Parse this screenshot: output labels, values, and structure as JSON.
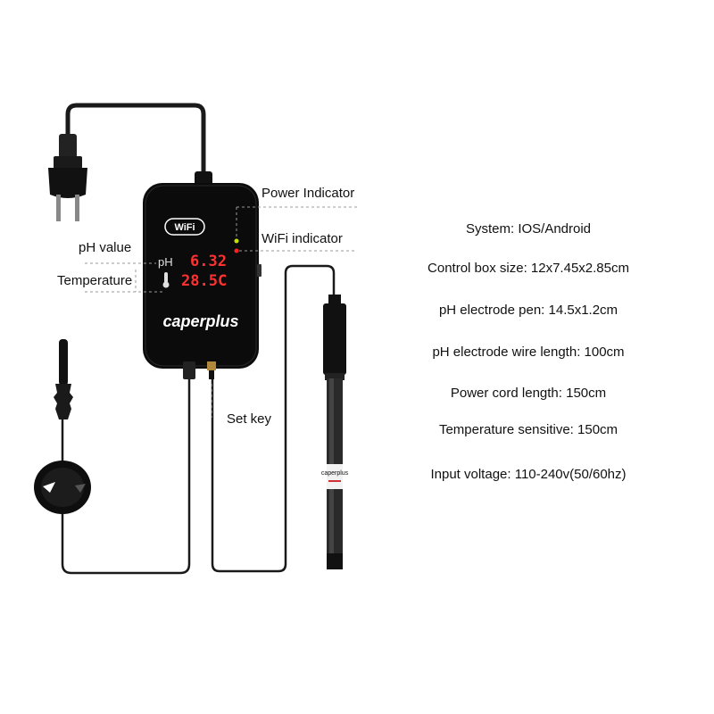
{
  "callouts": {
    "power_indicator": "Power Indicator",
    "wifi_indicator": "WiFi indicator",
    "ph_value": "pH value",
    "temperature": "Temperature",
    "set_key": "Set key"
  },
  "device": {
    "wifi_badge": "WiFi",
    "ph_unit": "pH",
    "ph_reading": "6.32",
    "temp_reading": "28.5C",
    "brand": "caperplus",
    "probe_print": "caperplus"
  },
  "specs": [
    "System: IOS/Android",
    "Control box size: 12x7.45x2.85cm",
    "pH electrode pen: 14.5x1.2cm",
    "pH electrode wire length: 100cm",
    "Power cord length: 150cm",
    "Temperature sensitive: 150cm",
    "Input voltage: 110-240v(50/60hz)"
  ],
  "colors": {
    "background": "#ffffff",
    "device_body": "#0b0b0b",
    "lcd_red": "#ff3030",
    "power_led": "#c8e000",
    "wifi_led": "#ff2020"
  }
}
